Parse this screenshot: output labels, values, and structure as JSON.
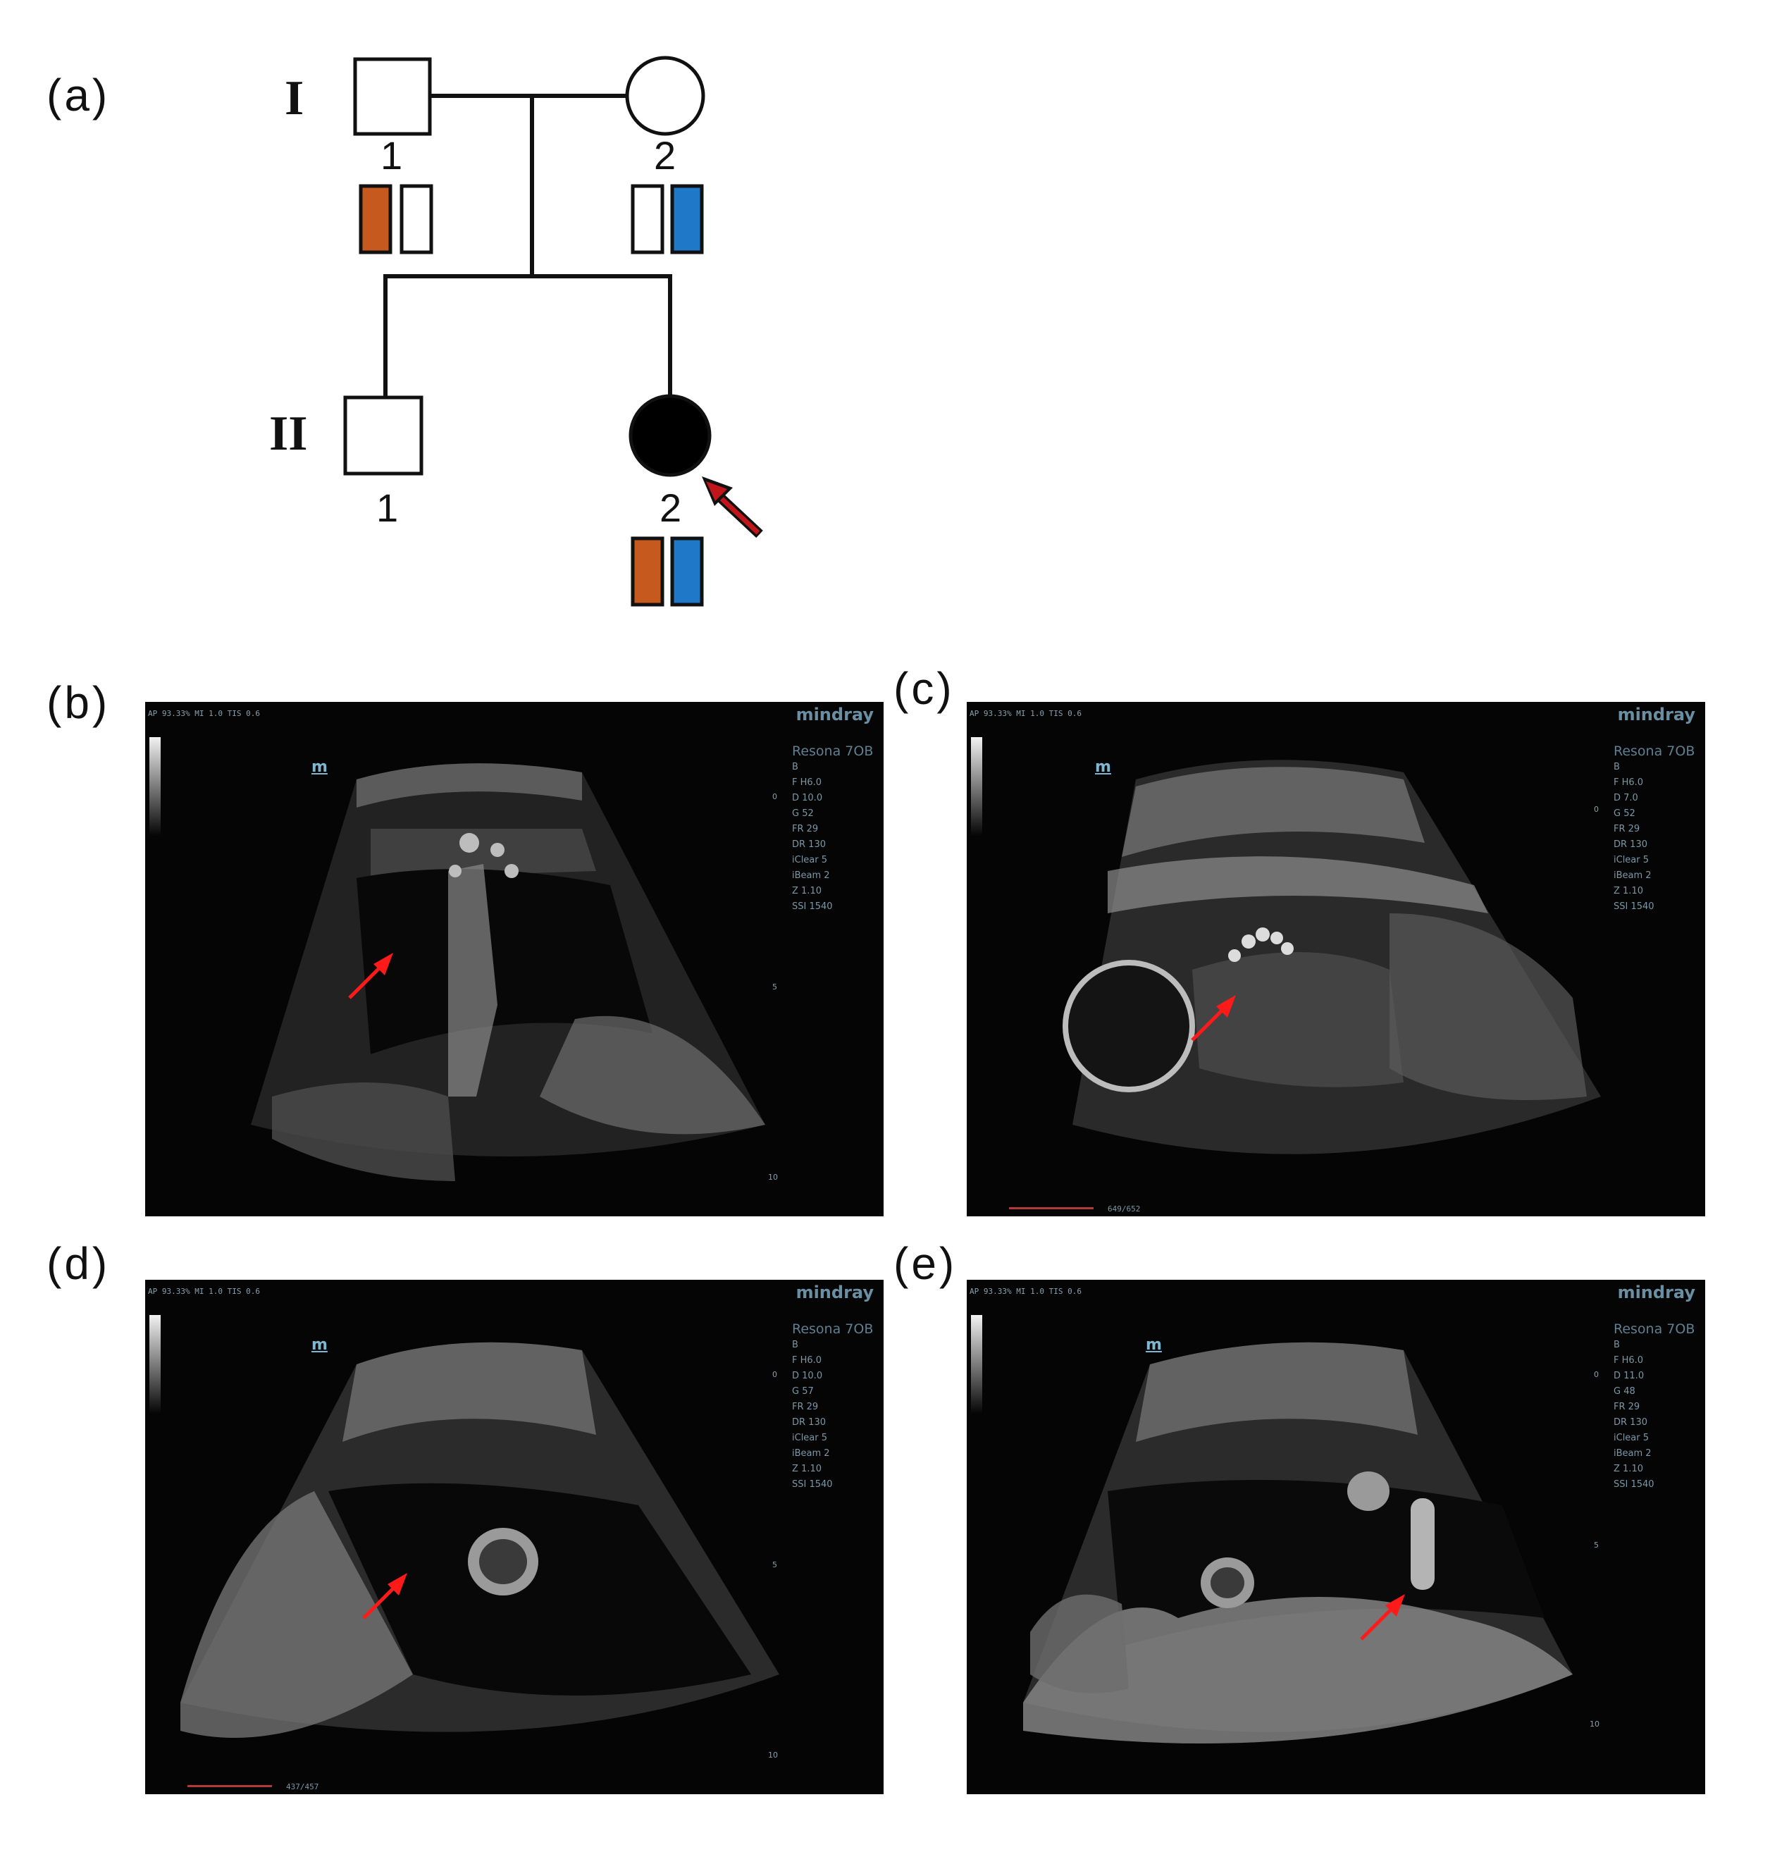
{
  "panel_labels": {
    "a": "(a)",
    "b": "(b)",
    "c": "(c)",
    "d": "(d)",
    "e": "(e)"
  },
  "pedigree": {
    "generation_I": "I",
    "generation_II": "II",
    "I_1_number": "1",
    "I_2_number": "2",
    "II_1_number": "1",
    "II_2_number": "2",
    "allele_colors": {
      "orange": "#c65a1e",
      "blue": "#1f78c8",
      "empty": "#ffffff"
    },
    "proband_arrow_color": "#c0161b"
  },
  "ultrasound": {
    "brand": "mindray",
    "header": "AP 93.33%  MI 1.0  TIS 0.6",
    "model": "Resona 7OB",
    "m_logo": "m",
    "panels": {
      "b": {
        "params": [
          "B",
          "F H6.0",
          "D 10.0",
          "G 52",
          "FR 29",
          "DR 130",
          "iClear 5",
          "iBeam 2",
          "Z 1.10",
          "SSI 1540"
        ],
        "depth_top": "0",
        "depth_mid": "5",
        "depth_bot": "10"
      },
      "c": {
        "params": [
          "B",
          "F H6.0",
          "D 7.0",
          "G 52",
          "FR 29",
          "DR 130",
          "iClear 5",
          "iBeam 2",
          "Z 1.10",
          "SSI 1540"
        ],
        "depth_top": "0",
        "depth_mid": "",
        "depth_bot": "",
        "bottom_text": "649/652"
      },
      "d": {
        "params": [
          "B",
          "F H6.0",
          "D 10.0",
          "G 57",
          "FR 29",
          "DR 130",
          "iClear 5",
          "iBeam 2",
          "Z 1.10",
          "SSI 1540"
        ],
        "depth_top": "0",
        "depth_mid": "5",
        "depth_bot": "10",
        "bottom_text": "437/457"
      },
      "e": {
        "params": [
          "B",
          "F H6.0",
          "D 11.0",
          "G 48",
          "FR 29",
          "DR 130",
          "iClear 5",
          "iBeam 2",
          "Z 1.10",
          "SSI 1540"
        ],
        "depth_top": "0",
        "depth_mid": "5",
        "depth_bot": "10"
      }
    },
    "arrow_color": "#ff1a1a"
  }
}
